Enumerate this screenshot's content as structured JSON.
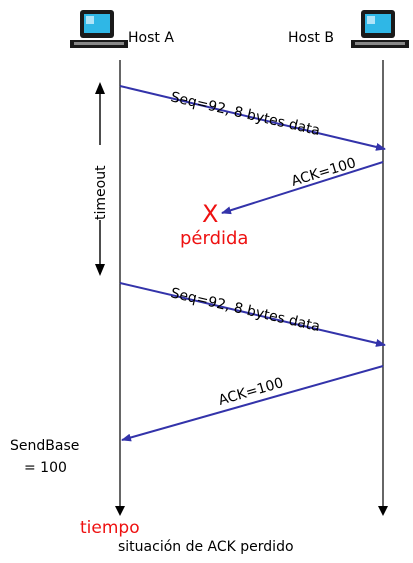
{
  "hosts": {
    "a_label": "Host A",
    "b_label": "Host B"
  },
  "messages": [
    {
      "label": "Seq=92, 8 bytes data"
    },
    {
      "label": "ACK=100"
    },
    {
      "label": "Seq=92, 8 bytes data"
    },
    {
      "label": "ACK=100"
    }
  ],
  "lost_marker": "X",
  "lost_label": "pérdida",
  "timeout_label": "timeout",
  "sendbase_line1": "SendBase",
  "sendbase_line2": "= 100",
  "time_label": "tiempo",
  "caption": "situación de ACK perdido",
  "colors": {
    "arrow": "#3333aa",
    "timeline": "#000000",
    "lost": "#ee1111",
    "time_label": "#ee1111"
  },
  "icons": [
    "computer-icon"
  ]
}
